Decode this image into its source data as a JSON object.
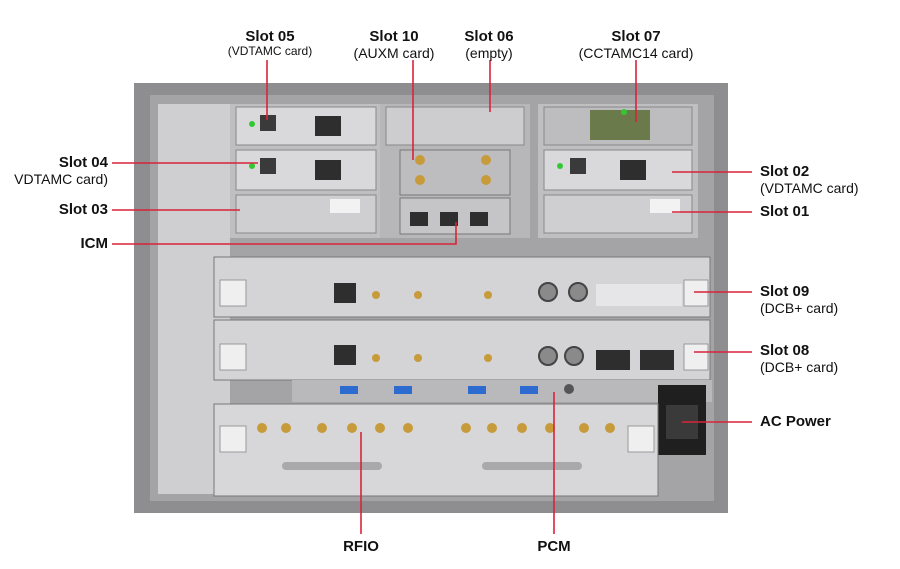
{
  "callouts": {
    "slot05": {
      "title": "Slot 05",
      "sub": "(VDTAMC card)"
    },
    "slot10": {
      "title": "Slot 10",
      "sub": "(AUXM card)"
    },
    "slot06": {
      "title": "Slot 06",
      "sub": "(empty)"
    },
    "slot07": {
      "title": "Slot 07",
      "sub": "(CCTAMC14 card)"
    },
    "slot04": {
      "title": "Slot 04",
      "sub": "VDTAMC card)"
    },
    "slot03": {
      "title": "Slot 03"
    },
    "icm": {
      "title": "ICM"
    },
    "slot02": {
      "title": "Slot 02",
      "sub": "(VDTAMC card)"
    },
    "slot01": {
      "title": "Slot 01"
    },
    "slot09": {
      "title": "Slot 09",
      "sub": "(DCB+ card)"
    },
    "slot08": {
      "title": "Slot 08",
      "sub": "(DCB+ card)"
    },
    "acpower": {
      "title": "AC Power"
    },
    "rfio": {
      "title": "RFIO"
    },
    "pcm": {
      "title": "PCM"
    }
  },
  "colors": {
    "leader": "#d6243a",
    "chassis": "#8e8e90",
    "frame": "#bdbdbf",
    "module": "#d4d4d6",
    "accent_led": "#32c832",
    "connector": "#c79a3a"
  }
}
